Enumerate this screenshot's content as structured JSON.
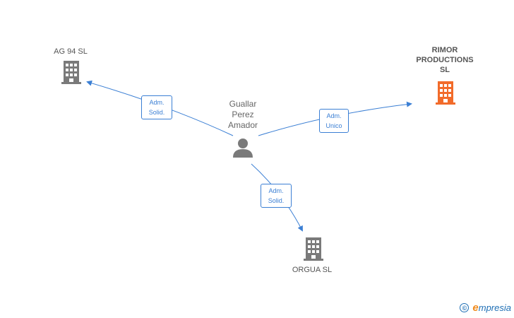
{
  "nodes": {
    "person": {
      "label_lines": [
        "Guallar",
        "Perez",
        "Amador"
      ]
    },
    "ag94": {
      "label": "AG 94 SL"
    },
    "rimor": {
      "label_lines": [
        "RIMOR",
        "PRODUCTIONS",
        "SL"
      ]
    },
    "orgua": {
      "label": "ORGUA SL"
    }
  },
  "edges": {
    "to_ag94": {
      "lines": [
        "Adm.",
        "Solid."
      ]
    },
    "to_rimor": {
      "lines": [
        "Adm.",
        "Unico"
      ]
    },
    "to_orgua": {
      "lines": [
        "Adm.",
        "Solid."
      ]
    }
  },
  "colors": {
    "edge": "#3b7fd4",
    "building_default": "#7a7a7a",
    "building_highlight": "#f26b2a",
    "person": "#7a7a7a"
  },
  "footer": {
    "copyright": "©",
    "brand_initial": "e",
    "brand_rest": "mpresia"
  }
}
